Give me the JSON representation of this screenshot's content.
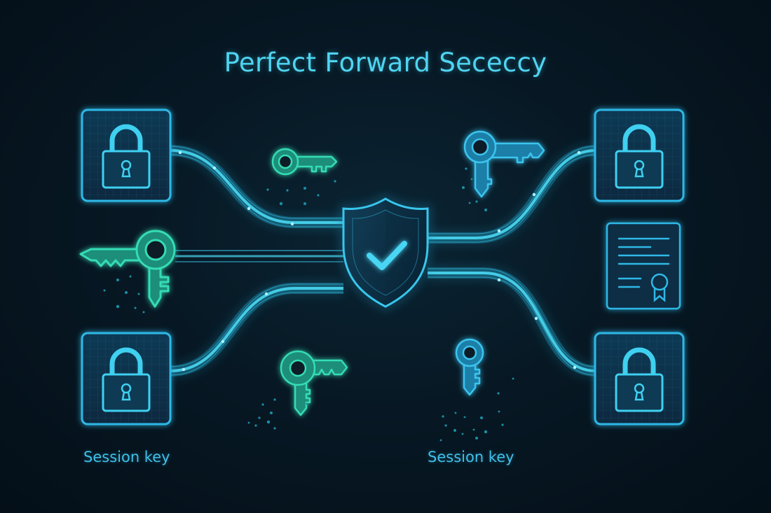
{
  "diagram": {
    "title": "Perfect Forward Sececcy",
    "colors": {
      "background": "#061521",
      "panel_stroke": "#2fb8e6",
      "panel_fill": "#0b2c40",
      "stream": "#2ac6e6",
      "key_green": "#34d9b0",
      "key_blue": "#36b7e8",
      "title": "#4fd4f0"
    },
    "nodes": [
      {
        "id": "lock-top-left",
        "type": "padlock-panel",
        "icon": "padlock-icon"
      },
      {
        "id": "lock-bottom-left",
        "type": "padlock-panel",
        "icon": "padlock-icon"
      },
      {
        "id": "lock-top-right",
        "type": "padlock-panel",
        "icon": "padlock-icon"
      },
      {
        "id": "lock-bottom-right",
        "type": "padlock-panel",
        "icon": "padlock-icon"
      },
      {
        "id": "certificate",
        "type": "document-panel",
        "icon": "certificate-icon"
      },
      {
        "id": "shield",
        "type": "center-hub",
        "icon": "shield-check-icon"
      }
    ],
    "keys": [
      {
        "id": "key-left-large",
        "color": "green",
        "icon": "key-icon"
      },
      {
        "id": "key-top-center-left",
        "color": "green",
        "icon": "key-icon"
      },
      {
        "id": "key-bottom-center-left",
        "color": "green",
        "icon": "key-icon"
      },
      {
        "id": "key-top-center-right",
        "color": "blue",
        "icon": "key-icon"
      },
      {
        "id": "key-bottom-center-right",
        "color": "blue",
        "icon": "key-icon"
      }
    ],
    "edges": [
      {
        "from": "lock-top-left",
        "to": "shield"
      },
      {
        "from": "key-left-large",
        "to": "shield"
      },
      {
        "from": "lock-bottom-left",
        "to": "shield"
      },
      {
        "from": "shield",
        "to": "lock-top-right"
      },
      {
        "from": "shield",
        "to": "lock-bottom-right"
      }
    ],
    "labels": {
      "left": "Session key",
      "right": "Session key"
    }
  }
}
